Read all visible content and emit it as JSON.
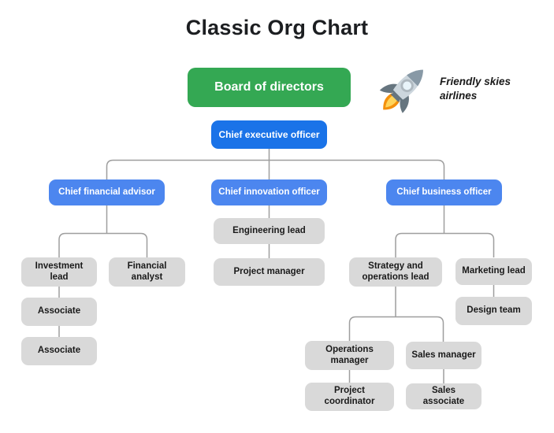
{
  "title": "Classic Org Chart",
  "logo": {
    "icon": "rocket-icon",
    "company_name": "Friendly skies airlines"
  },
  "colors": {
    "board_box": "#34A853",
    "executive_box": "#1A73E8",
    "officer_box": "#4C86EF",
    "member_box": "#D9D9D9",
    "box_text_light": "#FFFFFF",
    "box_text_dark": "#1A1A1A",
    "connector": "#9E9E9E",
    "title_text": "#1C1E21"
  },
  "org": {
    "board": {
      "label": "Board of directors",
      "level": "board"
    },
    "ceo": {
      "label": "Chief executive officer",
      "level": "executive",
      "reports_to": "board"
    },
    "cfa": {
      "label": "Chief financial advisor",
      "level": "officer",
      "reports_to": "ceo"
    },
    "cio": {
      "label": "Chief innovation officer",
      "level": "officer",
      "reports_to": "ceo"
    },
    "cbo": {
      "label": "Chief business officer",
      "level": "officer",
      "reports_to": "ceo"
    },
    "investment_lead": {
      "label": "Investment lead",
      "level": "member",
      "reports_to": "cfa"
    },
    "financial_analyst": {
      "label": "Financial analyst",
      "level": "member",
      "reports_to": "cfa"
    },
    "associate_1": {
      "label": "Associate",
      "level": "member",
      "reports_to": "investment_lead"
    },
    "associate_2": {
      "label": "Associate",
      "level": "member",
      "reports_to": "associate_1"
    },
    "engineering_lead": {
      "label": "Engineering lead",
      "level": "member",
      "reports_to": "cio"
    },
    "project_manager": {
      "label": "Project manager",
      "level": "member",
      "reports_to": "engineering_lead"
    },
    "strategy_ops_lead": {
      "label": "Strategy and operations lead",
      "level": "member",
      "reports_to": "cbo"
    },
    "marketing_lead": {
      "label": "Marketing lead",
      "level": "member",
      "reports_to": "cbo"
    },
    "design_team": {
      "label": "Design team",
      "level": "member",
      "reports_to": "marketing_lead"
    },
    "operations_manager": {
      "label": "Operations manager",
      "level": "member",
      "reports_to": "strategy_ops_lead"
    },
    "sales_manager": {
      "label": "Sales manager",
      "level": "member",
      "reports_to": "strategy_ops_lead"
    },
    "project_coordinator": {
      "label": "Project coordinator",
      "level": "member",
      "reports_to": "operations_manager"
    },
    "sales_associate": {
      "label": "Sales associate",
      "level": "member",
      "reports_to": "sales_manager"
    }
  }
}
